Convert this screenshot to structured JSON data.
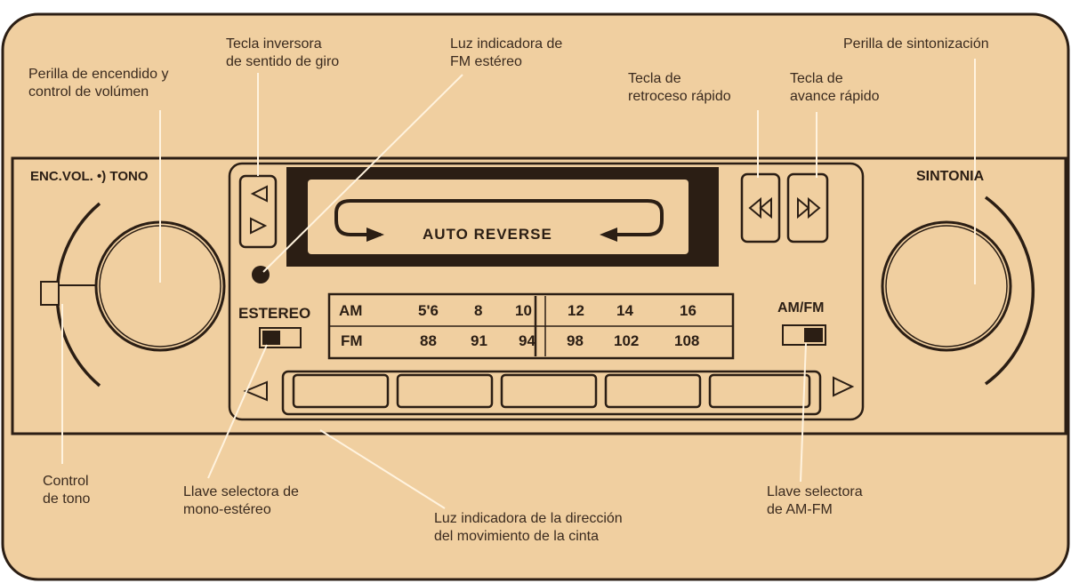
{
  "colors": {
    "panel": "#f0cfa0",
    "outline": "#2b1e14",
    "leader": "#fff3df",
    "text": "#3a2a1e"
  },
  "callouts": {
    "encendido": [
      "Perilla de encendido y",
      "control de volúmen"
    ],
    "inversora": [
      "Tecla inversora",
      "de sentido de giro"
    ],
    "fm_estereo": [
      "Luz indicadora de",
      "FM estéreo"
    ],
    "retroceso": [
      "Tecla de",
      "retroceso rápido"
    ],
    "avance": [
      "Tecla de",
      "avance rápido"
    ],
    "sintonizacion": [
      "Perilla de sintonización"
    ],
    "control_tono": [
      "Control",
      "de tono"
    ],
    "mono_estereo": [
      "Llave selectora de",
      "mono-estéreo"
    ],
    "direccion_cinta": [
      "Luz indicadora de la dirección",
      "del movimiento de la cinta"
    ],
    "am_fm": [
      "Llave selectora",
      "de AM-FM"
    ]
  },
  "unit": {
    "enc_vol_tono": "ENC.VOL. •) TONO",
    "sintonia": "SINTONIA",
    "auto_reverse": "AUTO REVERSE",
    "estereo": "ESTEREO",
    "am_fm_switch": "AM/FM",
    "dial_am_label": "AM",
    "dial_fm_label": "FM",
    "dial_am": [
      "5'6",
      "8",
      "10",
      "12",
      "14",
      "16"
    ],
    "dial_fm": [
      "88",
      "91",
      "94",
      "98",
      "102",
      "108"
    ],
    "preset_buttons": 5
  }
}
